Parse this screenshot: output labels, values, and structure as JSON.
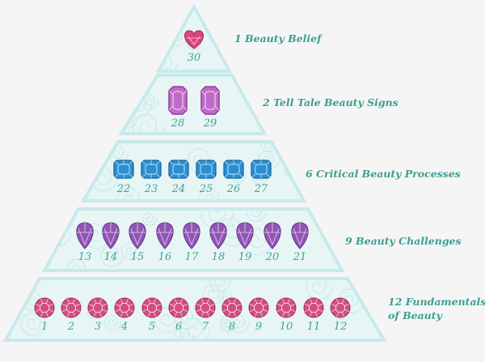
{
  "colors": {
    "background": "#f5f5f6",
    "pyramid_fill": "#e8f5f5",
    "pyramid_stroke": "#c7eaea",
    "swirl": "#c9ebea",
    "label_text": "#3d9f8f",
    "number_text": "#40a494"
  },
  "tiers": [
    {
      "label_lines": [
        "1 Beauty Belief"
      ],
      "gem": {
        "shape": "heart",
        "name": "heart-gem-icon",
        "color": "#d9467d",
        "dark": "#a8265a"
      },
      "numbers": [
        "30"
      ]
    },
    {
      "label_lines": [
        "2 Tell Tale Beauty Signs"
      ],
      "gem": {
        "shape": "octagon",
        "name": "octagon-gem-icon",
        "color": "#c06ac9",
        "dark": "#8e3f98"
      },
      "numbers": [
        "28",
        "29"
      ]
    },
    {
      "label_lines": [
        "6 Critical Beauty Processes"
      ],
      "gem": {
        "shape": "cushion",
        "name": "cushion-gem-icon",
        "color": "#2a8fd2",
        "dark": "#17669f"
      },
      "numbers": [
        "22",
        "23",
        "24",
        "25",
        "26",
        "27"
      ]
    },
    {
      "label_lines": [
        "9 Beauty Challenges"
      ],
      "gem": {
        "shape": "pear",
        "name": "pear-gem-icon",
        "color": "#9155b6",
        "dark": "#643387"
      },
      "numbers": [
        "13",
        "14",
        "15",
        "16",
        "17",
        "18",
        "19",
        "20",
        "21"
      ]
    },
    {
      "label_lines": [
        "12 Fundamentals",
        "of Beauty"
      ],
      "gem": {
        "shape": "round",
        "name": "round-gem-icon",
        "color": "#d34e82",
        "dark": "#a02c5c"
      },
      "numbers": [
        "1",
        "2",
        "3",
        "4",
        "5",
        "6",
        "7",
        "8",
        "9",
        "10",
        "11",
        "12"
      ]
    }
  ]
}
